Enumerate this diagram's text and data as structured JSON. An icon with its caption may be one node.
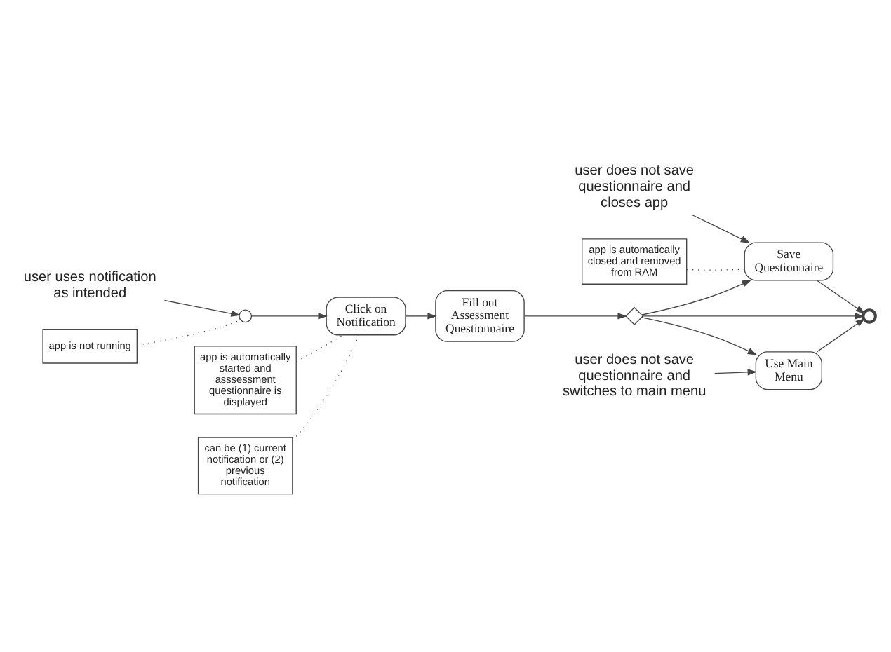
{
  "diagram": {
    "nodes": [
      {
        "text": [
          "user uses notification as intended"
        ]
      },
      {
        "text": [],
        "shape": "circle"
      },
      {
        "text": [
          "app is not running"
        ]
      },
      {
        "text": [
          "Click on Notification"
        ]
      },
      {
        "text": [
          "app is automatically started and asssessment questionnaire is displayed"
        ]
      },
      {
        "text": [
          "Fill out Assessment Questionnaire"
        ]
      },
      {
        "text": [],
        "shape": "diamond"
      },
      {
        "text": [
          "user does not save questionnaire and closes app"
        ]
      },
      {
        "text": [
          "Save Questionnaire"
        ]
      },
      {
        "text": [
          "app is automatically closed and removed from RAM"
        ]
      },
      {
        "text": [],
        "shape": "circle"
      },
      {
        "text": [
          "Use Main Menu"
        ]
      },
      {
        "text": [
          "user does not save questionnaire and switches to main menu"
        ]
      },
      {
        "text": [
          "can be (1) current notification or (2) previous notification"
        ]
      }
    ],
    "edges": [
      {
        "from": 0,
        "to": 1,
        "arrow": "to"
      },
      {
        "from": 2,
        "to": 1,
        "arrow": "none",
        "style": "dashed"
      },
      {
        "from": 1,
        "to": 3,
        "arrow": "to"
      },
      {
        "from": 3,
        "to": 5,
        "arrow": "to"
      },
      {
        "from": 4,
        "to": 3,
        "arrow": "none",
        "style": "dashed"
      },
      {
        "from": 5,
        "to": 6,
        "arrow": "to"
      },
      {
        "from": 6,
        "to": 8,
        "arrow": "to"
      },
      {
        "from": 6,
        "to": 11,
        "arrow": "to"
      },
      {
        "from": 6,
        "to": 10,
        "arrow": "to"
      },
      {
        "from": 8,
        "to": 10,
        "arrow": "to"
      },
      {
        "from": 11,
        "to": 10,
        "arrow": "to"
      },
      {
        "from": 7,
        "to": 8,
        "arrow": "to"
      },
      {
        "from": 12,
        "to": 11,
        "arrow": "to"
      },
      {
        "from": 9,
        "to": 8,
        "arrow": "none",
        "style": "dashed"
      },
      {
        "from": 13,
        "to": 3,
        "arrow": "none",
        "style": "dashed"
      }
    ]
  }
}
